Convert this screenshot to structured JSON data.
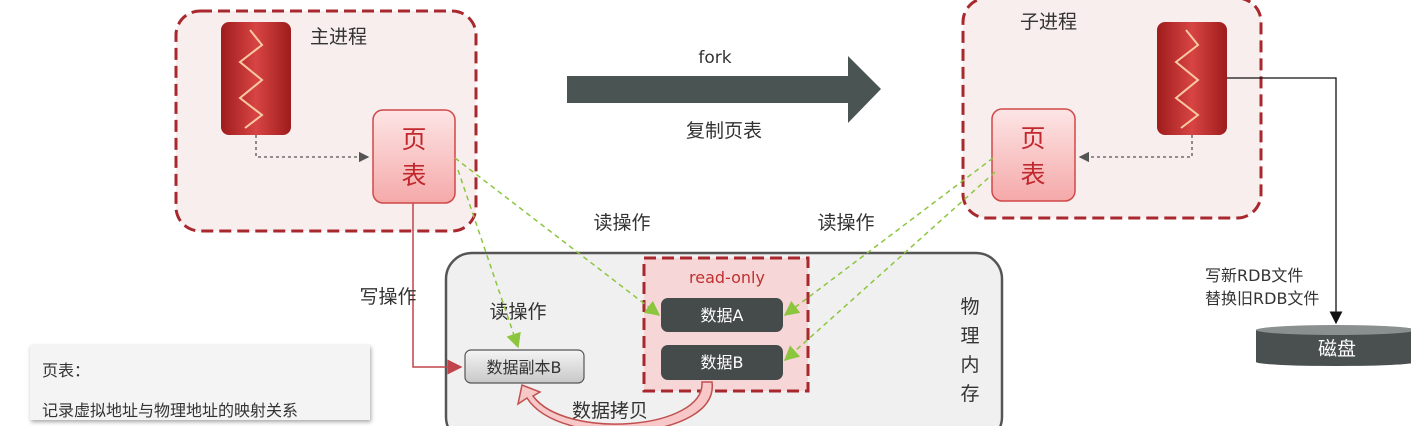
{
  "main_process": {
    "title": "主进程",
    "page_table": [
      "页",
      "表"
    ]
  },
  "child_process": {
    "title": "子进程",
    "page_table": [
      "页",
      "表"
    ]
  },
  "fork_arrow": {
    "top_label": "fork",
    "bottom_label": "复制页表"
  },
  "operations": {
    "read_main": "读操作",
    "read_child": "读操作",
    "read_copy": "读操作",
    "write": "写操作"
  },
  "memory": {
    "title": "物理内存",
    "title_chars": [
      "物",
      "理",
      "内",
      "存"
    ],
    "read_only_label": "read-only",
    "data_a": "数据A",
    "data_b": "数据B",
    "copy_b": "数据副本B",
    "copy_label": "数据拷贝"
  },
  "disk": {
    "label": "磁盘",
    "write_note": "写新RDB文件",
    "replace_note": "替换旧RDB文件"
  },
  "legend": {
    "title": "页表：",
    "description": "记录虚拟地址与物理地址的映射关系"
  },
  "colors": {
    "dashed_red": "#a8282e",
    "arrow_dark": "#4a5553",
    "data_dark": "#454a4a",
    "green": "#8cc63f"
  }
}
